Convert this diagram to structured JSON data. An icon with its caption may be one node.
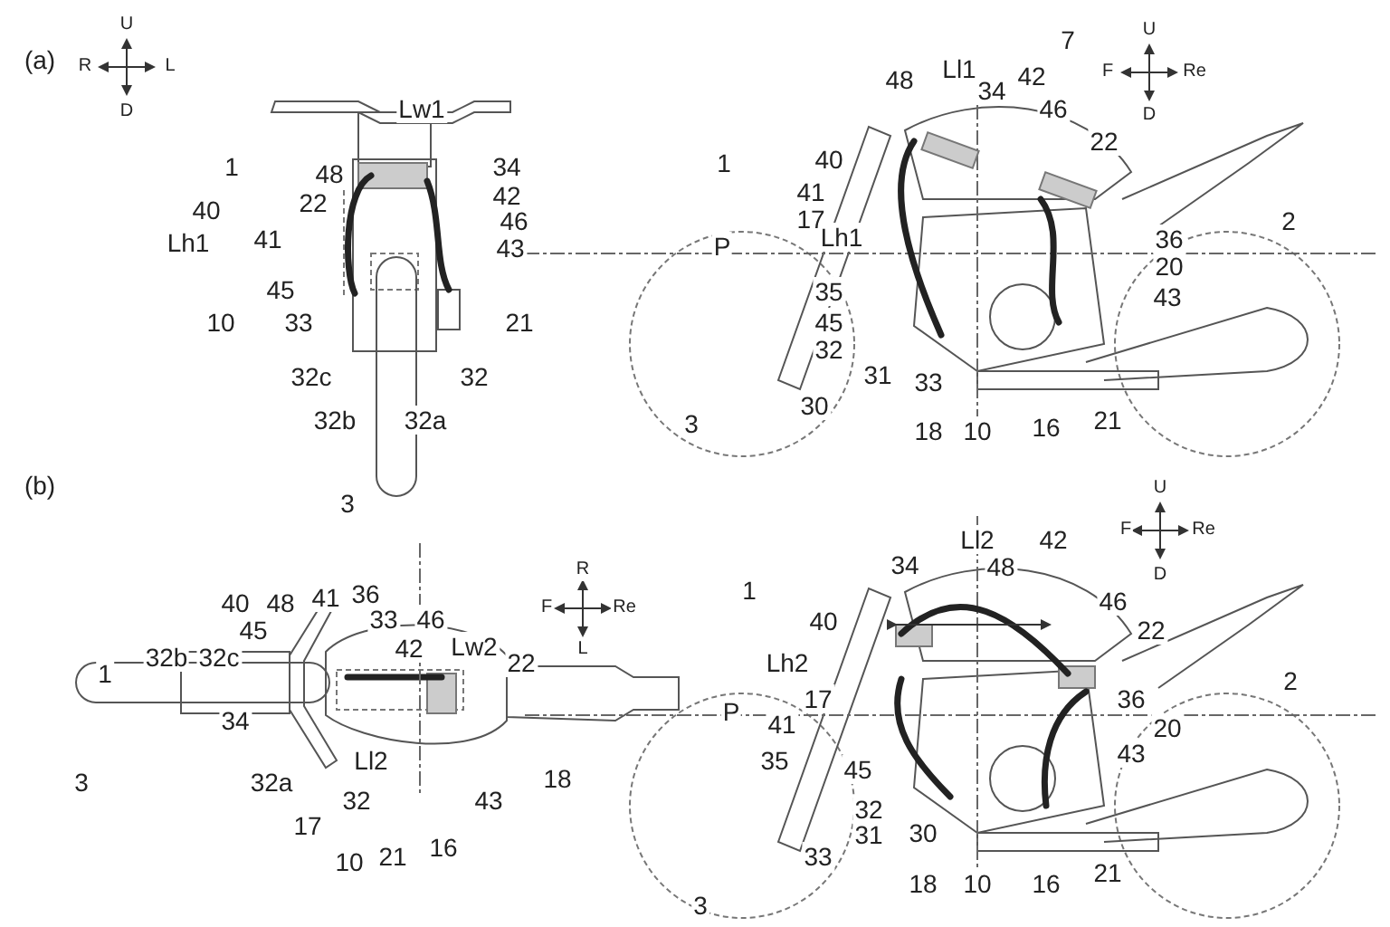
{
  "diagram": {
    "labels": [
      "(a)",
      "U",
      "R",
      "L",
      "D",
      "Lw1",
      "1",
      "48",
      "34",
      "40",
      "22",
      "42",
      "46",
      "Lh1",
      "41",
      "43",
      "45",
      "10",
      "33",
      "21",
      "32c",
      "32",
      "32b",
      "32a",
      "3",
      "U",
      "F",
      "Re",
      "D",
      "7",
      "48",
      "Ll1",
      "42",
      "34",
      "46",
      "1",
      "40",
      "22",
      "41",
      "17",
      "2",
      "P",
      "Lh1",
      "36",
      "20",
      "35",
      "43",
      "45",
      "32",
      "31",
      "33",
      "30",
      "3",
      "18",
      "10",
      "16",
      "21",
      "(b)",
      "R",
      "F",
      "Re",
      "L",
      "40",
      "48",
      "41",
      "36",
      "33",
      "46",
      "45",
      "32b",
      "32c",
      "42",
      "Lw2",
      "22",
      "1",
      "34",
      "Ll2",
      "3",
      "32a",
      "18",
      "32",
      "43",
      "17",
      "10",
      "21",
      "16",
      "U",
      "F",
      "Re",
      "D",
      "Ll2",
      "42",
      "34",
      "48",
      "1",
      "46",
      "40",
      "22",
      "Lh2",
      "2",
      "17",
      "P",
      "36",
      "41",
      "20",
      "35",
      "45",
      "43",
      "32",
      "31",
      "33",
      "30",
      "3",
      "18",
      "10",
      "16",
      "21"
    ]
  }
}
